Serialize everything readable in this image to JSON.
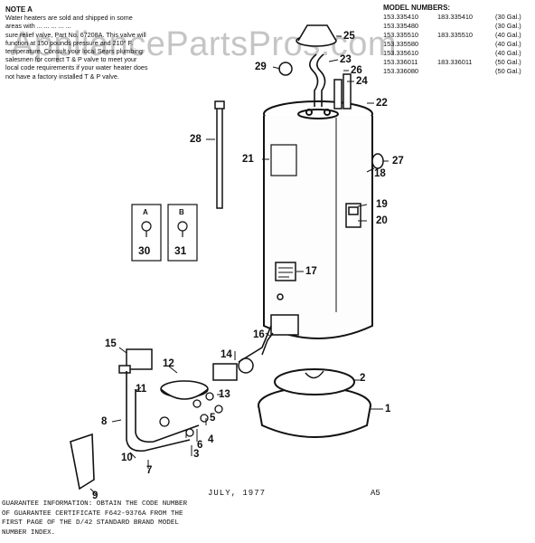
{
  "note": {
    "title": "NOTE A",
    "lines": [
      "Water heaters are sold and shipped in some",
      "areas with ... ... ... ... ...",
      "sure relief valve, Part No. 67208A. This valve will",
      "function at 150 pounds pressure and 210° F.",
      "temperature. Consult your local Sears plumbing",
      "salesmen for correct T & P valve to meet your",
      "local code requirements if your water heater does",
      "not have a factory installed T & P valve."
    ]
  },
  "models": {
    "title": "MODEL NUMBERS:",
    "rows": [
      {
        "a": "153.335410",
        "b": "183.335410",
        "gal": "(30 Gal.)"
      },
      {
        "a": "153.335480",
        "b": "",
        "gal": "(30 Gal.)"
      },
      {
        "a": "153.335510",
        "b": "183.335510",
        "gal": "(40 Gal.)"
      },
      {
        "a": "153.335580",
        "b": "",
        "gal": "(40 Gal.)"
      },
      {
        "a": "153.335610",
        "b": "",
        "gal": "(40 Gal.)"
      },
      {
        "a": "153.336011",
        "b": "183.336011",
        "gal": "(50 Gal.)"
      },
      {
        "a": "153.336080",
        "b": "",
        "gal": "(50 Gal.)"
      }
    ]
  },
  "watermark": "AppliancePartsPros.com",
  "callouts": [
    "1",
    "2",
    "3",
    "4",
    "5",
    "6",
    "7",
    "8",
    "9",
    "10",
    "11",
    "12",
    "13",
    "14",
    "15",
    "16",
    "17",
    "18",
    "19",
    "20",
    "21",
    "22",
    "23",
    "24",
    "25",
    "26",
    "27",
    "28",
    "29"
  ],
  "kits": [
    {
      "label": "A",
      "number": "30"
    },
    {
      "label": "B",
      "number": "31"
    }
  ],
  "footer": {
    "date": "JULY, 1977",
    "code": "A5",
    "guarantee_lines": [
      "GUARANTEE INFORMATION:  OBTAIN THE CODE NUMBER",
      "OF GUARANTEE CERTIFICATE  F642-9376A  FROM THE",
      "FIRST PAGE OF THE D/42 STANDARD BRAND MODEL",
      "NUMBER INDEX."
    ]
  }
}
